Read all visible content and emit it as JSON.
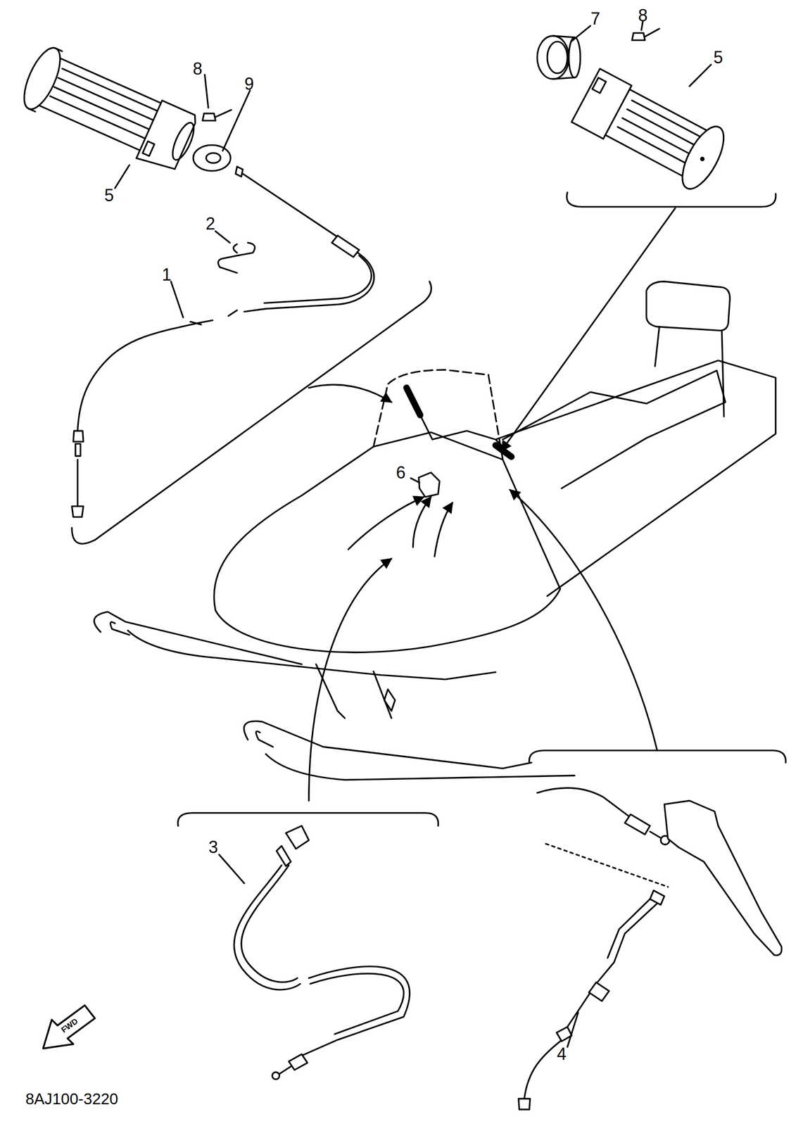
{
  "diagram": {
    "labels": [
      "8",
      "9",
      "5",
      "2",
      "1",
      "7",
      "8",
      "5",
      "6",
      "3",
      "4",
      "FWD",
      "8AJ100-3220"
    ]
  }
}
